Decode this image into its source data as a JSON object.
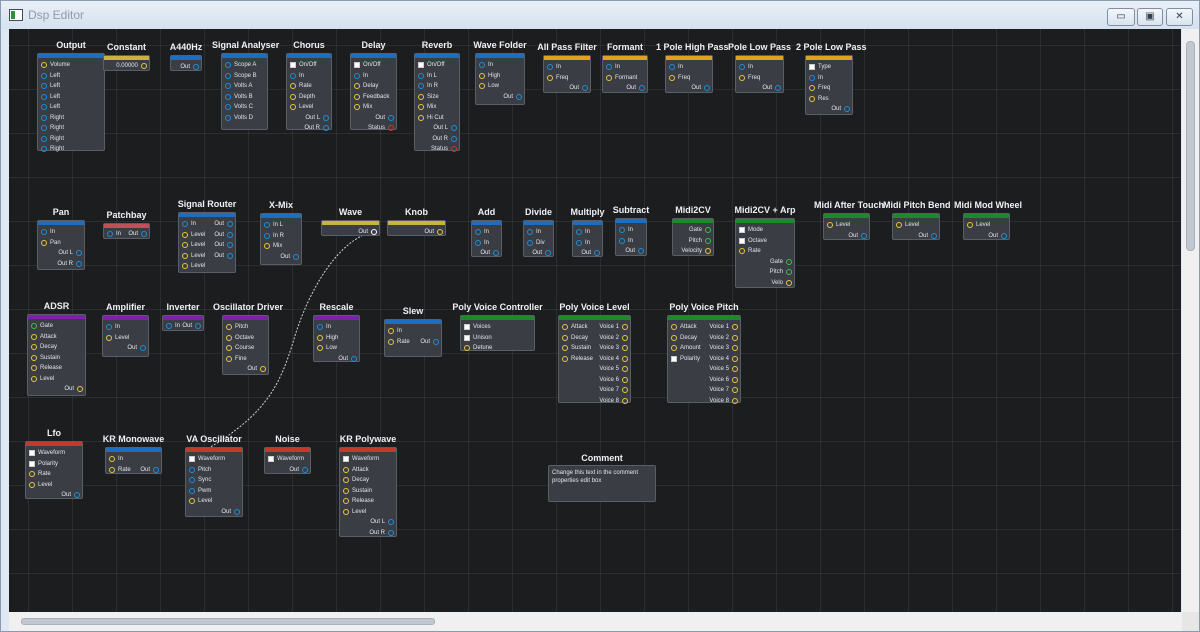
{
  "window": {
    "title": "Dsp Editor",
    "min_glyph": "▭",
    "max_glyph": "▣",
    "close_glyph": "✕"
  },
  "colors": {
    "canvas": "#1c1d1f",
    "node": "#3a3d44",
    "blue": "#1c6fc0",
    "yellow": "#c9b33a",
    "red": "#c23a2e",
    "orange": "#e0a020",
    "green": "#1c8a2c",
    "purple": "#7a22a8",
    "pink": "#c0505a",
    "port_blue": "#1c8fd8",
    "port_yellow": "#e8c640",
    "port_green": "#3ac24a",
    "port_red": "#d02c2c",
    "wire": "#cfd2d8"
  },
  "modules": [
    {
      "id": "output",
      "title": "Output",
      "header": "blue",
      "ins": [
        [
          "Volume",
          "y"
        ],
        [
          "Left",
          "b"
        ],
        [
          "Left",
          "b"
        ],
        [
          "Left",
          "b"
        ],
        [
          "Left",
          "b"
        ],
        [
          "Right",
          "b"
        ],
        [
          "Right",
          "b"
        ],
        [
          "Right",
          "b"
        ],
        [
          "Right",
          "b"
        ]
      ],
      "outs": []
    },
    {
      "id": "constant",
      "title": "Constant",
      "header": "yellow",
      "ins": [],
      "outs": [],
      "value_outs": [
        [
          "0.00000",
          "y"
        ]
      ]
    },
    {
      "id": "a440hz",
      "title": "A440Hz",
      "header": "blue",
      "ins": [],
      "outs": [
        [
          "Out",
          "b"
        ]
      ]
    },
    {
      "id": "signal-analyser",
      "title": "Signal Analyser",
      "header": "blue",
      "ins": [
        [
          "Scope A",
          "b"
        ],
        [
          "Scope B",
          "b"
        ],
        [
          "Volts A",
          "b"
        ],
        [
          "Volts B",
          "b"
        ],
        [
          "Volts C",
          "b"
        ],
        [
          "Volts D",
          "b"
        ]
      ],
      "outs": []
    },
    {
      "id": "chorus",
      "title": "Chorus",
      "header": "blue",
      "ins": [
        [
          "On/Off",
          "c"
        ],
        [
          "In",
          "b"
        ],
        [
          "Rate",
          "y"
        ],
        [
          "Depth",
          "y"
        ],
        [
          "Level",
          "y"
        ]
      ],
      "outs": [
        [
          "Out L",
          "b"
        ],
        [
          "Out R",
          "b"
        ]
      ]
    },
    {
      "id": "delay",
      "title": "Delay",
      "header": "blue",
      "ins": [
        [
          "On/Off",
          "c"
        ],
        [
          "In",
          "b"
        ],
        [
          "Delay",
          "y"
        ],
        [
          "Feedback",
          "y"
        ],
        [
          "Mix",
          "y"
        ]
      ],
      "outs": [
        [
          "Out",
          "b"
        ],
        [
          "Status",
          "r"
        ]
      ]
    },
    {
      "id": "reverb",
      "title": "Reverb",
      "header": "blue",
      "ins": [
        [
          "On/Off",
          "c"
        ],
        [
          "In L",
          "b"
        ],
        [
          "In R",
          "b"
        ],
        [
          "Size",
          "y"
        ],
        [
          "Mix",
          "y"
        ],
        [
          "Hi Cut",
          "y"
        ]
      ],
      "outs": [
        [
          "Out L",
          "b"
        ],
        [
          "Out R",
          "b"
        ],
        [
          "Status",
          "r"
        ]
      ]
    },
    {
      "id": "wave-folder",
      "title": "Wave Folder",
      "header": "blue",
      "ins": [
        [
          "In",
          "b"
        ],
        [
          "High",
          "y"
        ],
        [
          "Low",
          "y"
        ]
      ],
      "outs": [
        [
          "Out",
          "b"
        ]
      ]
    },
    {
      "id": "all-pass-filter",
      "title": "All Pass Filter",
      "header": "orange",
      "ins": [
        [
          "In",
          "b"
        ],
        [
          "Freq",
          "y"
        ]
      ],
      "outs": [
        [
          "Out",
          "b"
        ]
      ]
    },
    {
      "id": "formant",
      "title": "Formant",
      "header": "orange",
      "ins": [
        [
          "In",
          "b"
        ],
        [
          "Formant",
          "y"
        ]
      ],
      "outs": [
        [
          "Out",
          "b"
        ]
      ]
    },
    {
      "id": "one-pole-high-pass",
      "title": "1 Pole High Pass",
      "header": "orange",
      "ins": [
        [
          "In",
          "b"
        ],
        [
          "Freq",
          "y"
        ]
      ],
      "outs": [
        [
          "Out",
          "b"
        ]
      ]
    },
    {
      "id": "pole-low-pass",
      "title": "Pole Low Pass",
      "header": "orange",
      "ins": [
        [
          "In",
          "b"
        ],
        [
          "Freq",
          "y"
        ]
      ],
      "outs": [
        [
          "Out",
          "b"
        ]
      ]
    },
    {
      "id": "two-pole-low-pass",
      "title": "2 Pole Low Pass",
      "header": "orange",
      "ins": [
        [
          "Type",
          "c"
        ],
        [
          "In",
          "b"
        ],
        [
          "Freq",
          "y"
        ],
        [
          "Res",
          "y"
        ]
      ],
      "outs": [
        [
          "Out",
          "b"
        ]
      ]
    },
    {
      "id": "pan",
      "title": "Pan",
      "header": "blue",
      "ins": [
        [
          "In",
          "b"
        ],
        [
          "Pan",
          "y"
        ]
      ],
      "outs": [
        [
          "Out L",
          "b"
        ],
        [
          "Out R",
          "b"
        ]
      ]
    },
    {
      "id": "patchbay",
      "title": "Patchbay",
      "header": "pink",
      "ins": [],
      "outs": [],
      "inline": [
        [
          "In",
          "b"
        ],
        [
          "Out",
          "b"
        ]
      ]
    },
    {
      "id": "signal-router",
      "title": "Signal Router",
      "header": "blue",
      "ins": [
        [
          "In",
          "b"
        ],
        [
          "Level",
          "y"
        ],
        [
          "Level",
          "y"
        ],
        [
          "Level",
          "y"
        ],
        [
          "Level",
          "y"
        ]
      ],
      "outs": [],
      "right_outs": [
        [
          "Out",
          "b"
        ],
        [
          "Out",
          "b"
        ],
        [
          "Out",
          "b"
        ],
        [
          "Out",
          "b"
        ]
      ]
    },
    {
      "id": "x-mix",
      "title": "X-Mix",
      "header": "blue",
      "ins": [
        [
          "In L",
          "b"
        ],
        [
          "In R",
          "b"
        ],
        [
          "Mix",
          "y"
        ]
      ],
      "outs": [
        [
          "Out",
          "b"
        ]
      ]
    },
    {
      "id": "wave",
      "title": "Wave",
      "header": "yellow",
      "ins": [],
      "outs": [
        [
          "Out",
          "w"
        ]
      ]
    },
    {
      "id": "knob",
      "title": "Knob",
      "header": "yellow",
      "ins": [],
      "outs": [
        [
          "Out",
          "y"
        ]
      ]
    },
    {
      "id": "add",
      "title": "Add",
      "header": "blue",
      "ins": [
        [
          "In",
          "b"
        ],
        [
          "In",
          "b"
        ]
      ],
      "outs": [
        [
          "Out",
          "b"
        ]
      ]
    },
    {
      "id": "divide",
      "title": "Divide",
      "header": "blue",
      "ins": [
        [
          "In",
          "b"
        ],
        [
          "Div",
          "b"
        ]
      ],
      "outs": [
        [
          "Out",
          "b"
        ]
      ]
    },
    {
      "id": "multiply",
      "title": "Multiply",
      "header": "blue",
      "ins": [
        [
          "In",
          "b"
        ],
        [
          "In",
          "b"
        ]
      ],
      "outs": [
        [
          "Out",
          "b"
        ]
      ]
    },
    {
      "id": "subtract",
      "title": "Subtract",
      "header": "blue",
      "ins": [
        [
          "In",
          "b"
        ],
        [
          "In",
          "b"
        ]
      ],
      "outs": [
        [
          "Out",
          "b"
        ]
      ]
    },
    {
      "id": "midi2cv",
      "title": "Midi2CV",
      "header": "green",
      "ins": [],
      "outs": [
        [
          "Gate",
          "g"
        ],
        [
          "Pitch",
          "g"
        ],
        [
          "Velocity",
          "y"
        ]
      ]
    },
    {
      "id": "midi2cv-arp",
      "title": "Midi2CV + Arp",
      "header": "green",
      "ins": [
        [
          "Mode",
          "c"
        ],
        [
          "Octave",
          "c"
        ],
        [
          "Rate",
          "y"
        ]
      ],
      "outs": [
        [
          "Gate",
          "g"
        ],
        [
          "Pitch",
          "g"
        ],
        [
          "Velo",
          "y"
        ]
      ]
    },
    {
      "id": "midi-after-touch",
      "title": "Midi After Touch",
      "header": "green",
      "ins": [
        [
          "Level",
          "y"
        ]
      ],
      "outs": [
        [
          "Out",
          "b"
        ]
      ]
    },
    {
      "id": "midi-pitch-bend",
      "title": "Midi Pitch Bend",
      "header": "green",
      "ins": [
        [
          "Level",
          "y"
        ]
      ],
      "outs": [
        [
          "Out",
          "b"
        ]
      ]
    },
    {
      "id": "midi-mod-wheel",
      "title": "Midi Mod Wheel",
      "header": "green",
      "ins": [
        [
          "Level",
          "y"
        ]
      ],
      "outs": [
        [
          "Out",
          "b"
        ]
      ]
    },
    {
      "id": "adsr",
      "title": "ADSR",
      "header": "purple",
      "ins": [
        [
          "Gate",
          "g"
        ],
        [
          "Attack",
          "y"
        ],
        [
          "Decay",
          "y"
        ],
        [
          "Sustain",
          "y"
        ],
        [
          "Release",
          "y"
        ],
        [
          "Level",
          "y"
        ]
      ],
      "outs": [
        [
          "Out",
          "y"
        ]
      ]
    },
    {
      "id": "amplifier",
      "title": "Amplifier",
      "header": "purple",
      "ins": [
        [
          "In",
          "b"
        ],
        [
          "Level",
          "y"
        ]
      ],
      "outs": [
        [
          "Out",
          "b"
        ]
      ]
    },
    {
      "id": "inverter",
      "title": "Inverter",
      "header": "purple",
      "ins": [],
      "outs": [],
      "inline": [
        [
          "In",
          "b"
        ],
        [
          "Out",
          "b"
        ]
      ]
    },
    {
      "id": "oscillator-driver",
      "title": "Oscillator Driver",
      "header": "purple",
      "ins": [
        [
          "Pitch",
          "y"
        ],
        [
          "Octave",
          "y"
        ],
        [
          "Course",
          "y"
        ],
        [
          "Fine",
          "y"
        ]
      ],
      "outs": [
        [
          "Out",
          "y"
        ]
      ]
    },
    {
      "id": "rescale",
      "title": "Rescale",
      "header": "purple",
      "ins": [
        [
          "In",
          "b"
        ],
        [
          "High",
          "y"
        ],
        [
          "Low",
          "y"
        ]
      ],
      "outs": [
        [
          "Out",
          "b"
        ]
      ]
    },
    {
      "id": "slew",
      "title": "Slew",
      "header": "blue",
      "ins": [
        [
          "In",
          "y"
        ],
        [
          "Rate",
          "y"
        ]
      ],
      "outs": [],
      "mid_out": [
        "Out",
        "b"
      ]
    },
    {
      "id": "poly-voice-controller",
      "title": "Poly Voice Controller",
      "header": "green",
      "ins": [
        [
          "Voices",
          "c"
        ],
        [
          "Unison",
          "c"
        ],
        [
          "Detune",
          "y"
        ]
      ],
      "outs": []
    },
    {
      "id": "poly-voice-level",
      "title": "Poly Voice Level",
      "header": "green",
      "ins": [
        [
          "Attack",
          "y"
        ],
        [
          "Decay",
          "y"
        ],
        [
          "Sustain",
          "y"
        ],
        [
          "Release",
          "y"
        ]
      ],
      "outs": [],
      "right_outs": [
        [
          "Voice 1",
          "y"
        ],
        [
          "Voice 2",
          "y"
        ],
        [
          "Voice 3",
          "y"
        ],
        [
          "Voice 4",
          "y"
        ],
        [
          "Voice 5",
          "y"
        ],
        [
          "Voice 6",
          "y"
        ],
        [
          "Voice 7",
          "y"
        ],
        [
          "Voice 8",
          "y"
        ]
      ]
    },
    {
      "id": "poly-voice-pitch",
      "title": "Poly Voice Pitch",
      "header": "green",
      "ins": [
        [
          "Attack",
          "y"
        ],
        [
          "Decay",
          "y"
        ],
        [
          "Amount",
          "y"
        ],
        [
          "Polarity",
          "c"
        ]
      ],
      "outs": [],
      "right_outs": [
        [
          "Voice 1",
          "y"
        ],
        [
          "Voice 2",
          "y"
        ],
        [
          "Voice 3",
          "y"
        ],
        [
          "Voice 4",
          "y"
        ],
        [
          "Voice 5",
          "y"
        ],
        [
          "Voice 6",
          "y"
        ],
        [
          "Voice 7",
          "y"
        ],
        [
          "Voice 8",
          "y"
        ]
      ]
    },
    {
      "id": "lfo",
      "title": "Lfo",
      "header": "red",
      "ins": [
        [
          "Waveform",
          "c"
        ],
        [
          "Polarity",
          "c"
        ],
        [
          "Rate",
          "y"
        ],
        [
          "Level",
          "y"
        ]
      ],
      "outs": [
        [
          "Out",
          "b"
        ]
      ]
    },
    {
      "id": "kr-monowave",
      "title": "KR Monowave",
      "header": "blue",
      "ins": [],
      "outs": [],
      "mixed": [
        [
          "In",
          "y"
        ],
        [
          "Rate",
          "y"
        ]
      ],
      "mid_out": [
        "Out",
        "b"
      ]
    },
    {
      "id": "va-oscillator",
      "title": "VA Oscillator",
      "header": "red",
      "ins": [
        [
          "Waveform",
          "c"
        ],
        [
          "Pitch",
          "b"
        ],
        [
          "Sync",
          "b"
        ],
        [
          "Pwm",
          "b"
        ],
        [
          "Level",
          "y"
        ]
      ],
      "outs": [
        [
          "Out",
          "b"
        ]
      ]
    },
    {
      "id": "noise",
      "title": "Noise",
      "header": "red",
      "ins": [
        [
          "Waveform",
          "c"
        ]
      ],
      "outs": [
        [
          "Out",
          "b"
        ]
      ]
    },
    {
      "id": "kr-polywave",
      "title": "KR Polywave",
      "header": "red",
      "ins": [
        [
          "Waveform",
          "c"
        ],
        [
          "Attack",
          "y"
        ],
        [
          "Decay",
          "y"
        ],
        [
          "Sustain",
          "y"
        ],
        [
          "Release",
          "y"
        ],
        [
          "Level",
          "y"
        ]
      ],
      "outs": [
        [
          "Out L",
          "b"
        ],
        [
          "Out R",
          "b"
        ]
      ]
    },
    {
      "id": "comment",
      "title": "Comment",
      "header": "none",
      "ins": [],
      "outs": [],
      "text": "Change this text in the comment properties edit box"
    }
  ]
}
